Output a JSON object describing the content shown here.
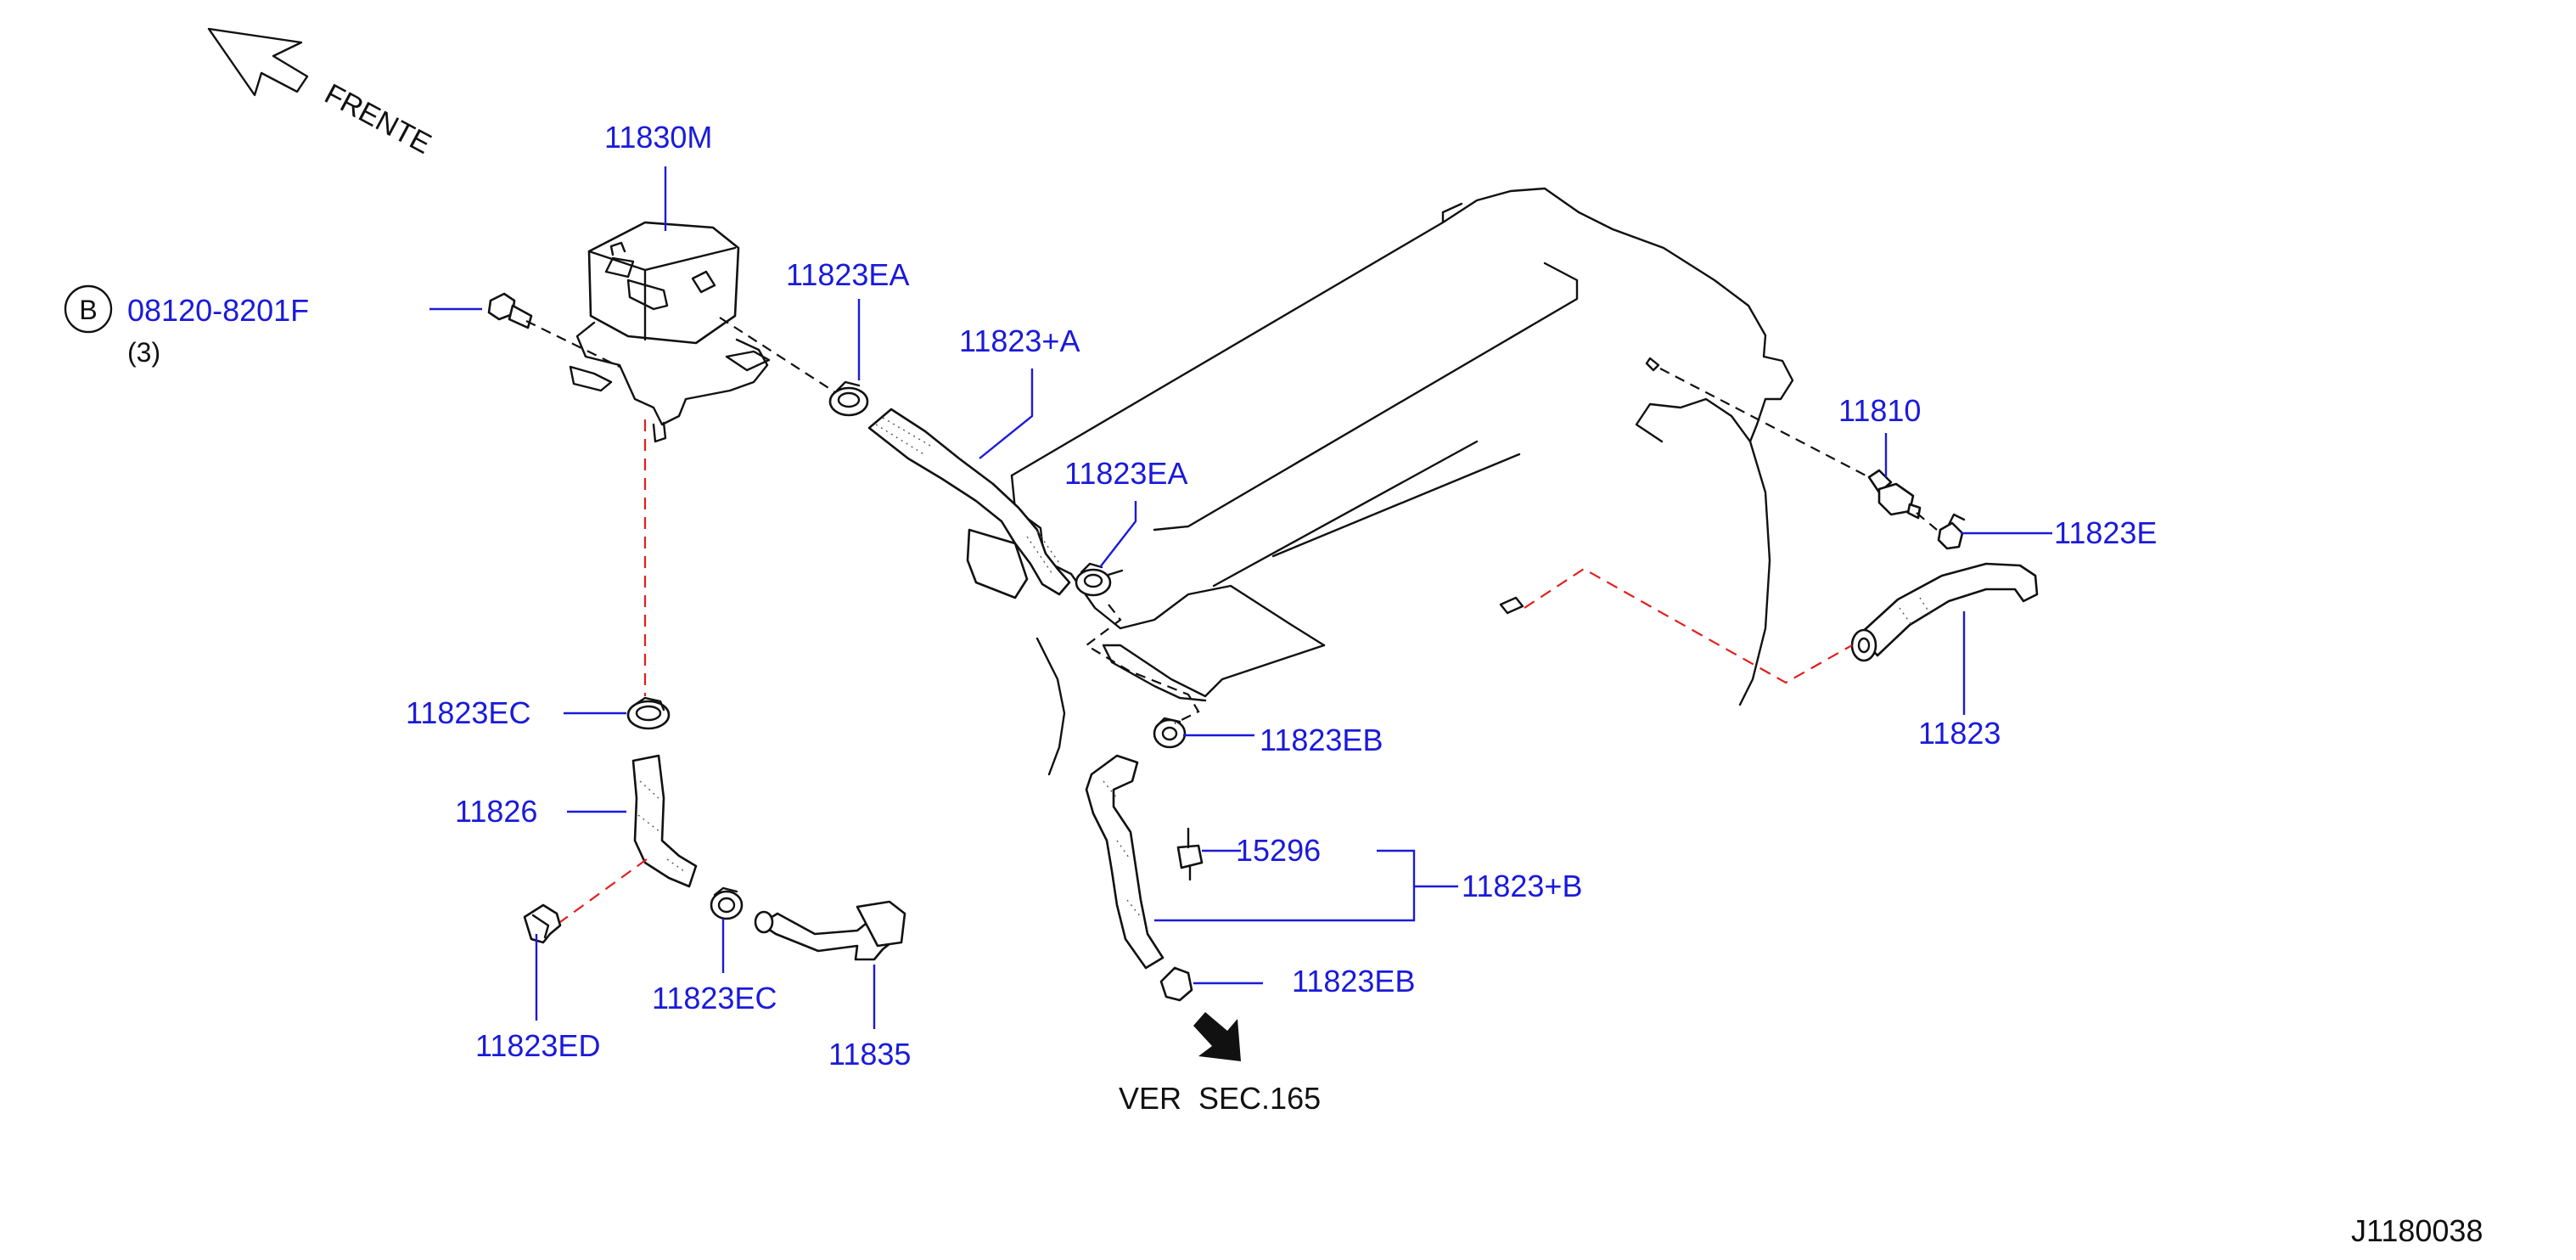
{
  "direction": {
    "label": "FRENTE"
  },
  "bolt_marker": {
    "letter": "B",
    "part": "08120-8201F",
    "qty": "(3)"
  },
  "parts": {
    "p_11830M": "11830M",
    "p_11823EA_top": "11823EA",
    "p_11823A": "11823+A",
    "p_11823EA_mid": "11823EA",
    "p_11810": "11810",
    "p_11823E": "11823E",
    "p_11823": "11823",
    "p_11823EC_left": "11823EC",
    "p_11826": "11826",
    "p_11823EB_top": "11823EB",
    "p_15296": "15296",
    "p_11823B": "11823+B",
    "p_11823EB_bottom": "11823EB",
    "p_11823ED": "11823ED",
    "p_11823EC_bottom": "11823EC",
    "p_11835": "11835"
  },
  "reference": {
    "text": "VER  SEC.165"
  },
  "diagram_id": "J1180038",
  "colors": {
    "label_blue": "#1a1adb",
    "guide_red": "#e0201c",
    "line_black": "#111111"
  }
}
